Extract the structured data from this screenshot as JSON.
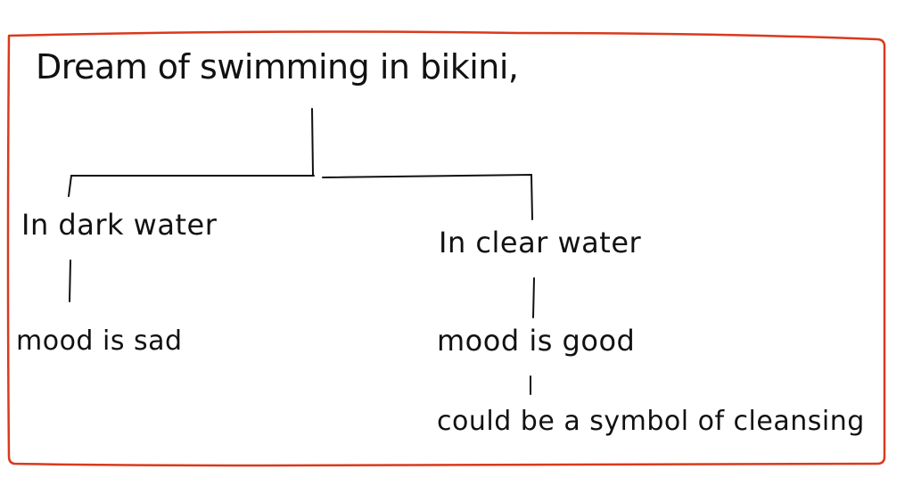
{
  "diagram": {
    "colors": {
      "frame": "#d93a1c",
      "ink": "#111111",
      "background": "#ffffff"
    },
    "root": {
      "label": "Dream of swimming in bikini,"
    },
    "branches": [
      {
        "label": "In dark water",
        "children": [
          {
            "label": "mood is sad"
          }
        ]
      },
      {
        "label": "In clear water",
        "children": [
          {
            "label": "mood is good"
          },
          {
            "label": "could be a symbol of cleansing"
          }
        ]
      }
    ]
  }
}
